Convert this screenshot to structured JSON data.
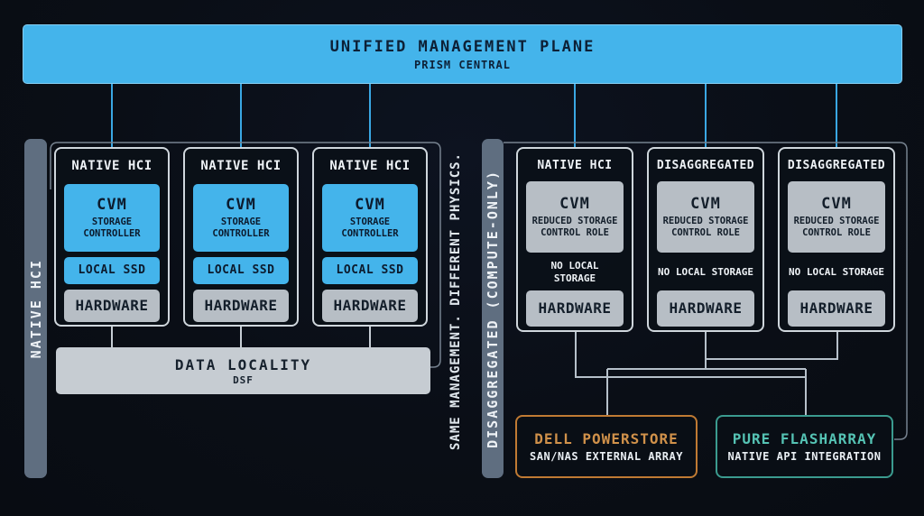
{
  "banner": {
    "title": "UNIFIED MANAGEMENT PLANE",
    "subtitle": "PRISM CENTRAL"
  },
  "left_group": {
    "strip_label": "NATIVE HCI",
    "cards": [
      {
        "title": "NATIVE HCI",
        "cvm_title": "CVM",
        "cvm_subtitle": "STORAGE CONTROLLER",
        "ssd_label": "LOCAL SSD",
        "hardware_label": "HARDWARE"
      },
      {
        "title": "NATIVE HCI",
        "cvm_title": "CVM",
        "cvm_subtitle": "STORAGE CONTROLLER",
        "ssd_label": "LOCAL SSD",
        "hardware_label": "HARDWARE"
      },
      {
        "title": "NATIVE HCI",
        "cvm_title": "CVM",
        "cvm_subtitle": "STORAGE CONTROLLER",
        "ssd_label": "LOCAL SSD",
        "hardware_label": "HARDWARE"
      }
    ],
    "summary": {
      "title": "DATA LOCALITY",
      "subtitle": "DSF"
    }
  },
  "divider_label": "SAME MANAGEMENT. DIFFERENT PHYSICS.",
  "right_group": {
    "strip_label": "DISAGGREGATED (COMPUTE-ONLY)",
    "cards": [
      {
        "title": "NATIVE HCI",
        "cvm_title": "CVM",
        "cvm_subtitle": "REDUCED STORAGE CONTROL ROLE",
        "note": "NO LOCAL STORAGE",
        "hardware_label": "HARDWARE"
      },
      {
        "title": "DISAGGREGATED",
        "cvm_title": "CVM",
        "cvm_subtitle": "REDUCED STORAGE CONTROL ROLE",
        "note": "NO LOCAL STORAGE",
        "hardware_label": "HARDWARE"
      },
      {
        "title": "DISAGGREGATED",
        "cvm_title": "CVM",
        "cvm_subtitle": "REDUCED STORAGE CONTROL ROLE",
        "note": "NO LOCAL STORAGE",
        "hardware_label": "HARDWARE"
      }
    ],
    "external_arrays": [
      {
        "title": "DELL POWERSTORE",
        "subtitle": "SAN/NAS EXTERNAL ARRAY",
        "accent_color": "#c07a33"
      },
      {
        "title": "PURE FLASHARRAY",
        "subtitle": "NATIVE API INTEGRATION",
        "accent_color": "#3b9b8f"
      }
    ]
  },
  "colors": {
    "background": "#0a0e16",
    "accent_blue": "#44b4eb",
    "box_gray": "#b7bec5",
    "rail_gray": "#5f6e80",
    "connector_gray": "#b6c0ca",
    "connector_blue": "#3aa7e3",
    "dell_orange": "#c07a33",
    "pure_teal": "#3b9b8f"
  }
}
